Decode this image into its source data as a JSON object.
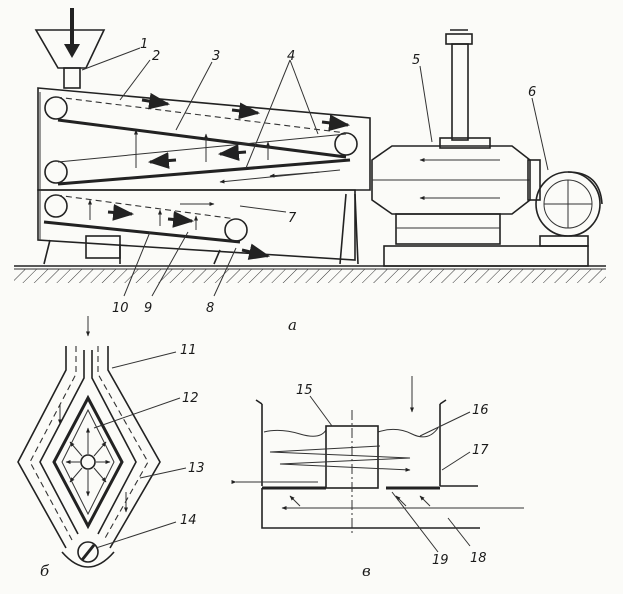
{
  "labels": {
    "n1": "1",
    "n2": "2",
    "n3": "3",
    "n4": "4",
    "n5": "5",
    "n6": "6",
    "n7": "7",
    "n8": "8",
    "n9": "9",
    "n10": "10",
    "n11": "11",
    "n12": "12",
    "n13": "13",
    "n14": "14",
    "n15": "15",
    "n16": "16",
    "n17": "17",
    "n18": "18",
    "n19": "19"
  },
  "captions": {
    "a": "а",
    "b": "б",
    "v": "в"
  },
  "colors": {
    "ink": "#222222",
    "paper": "#fbfbf8"
  }
}
